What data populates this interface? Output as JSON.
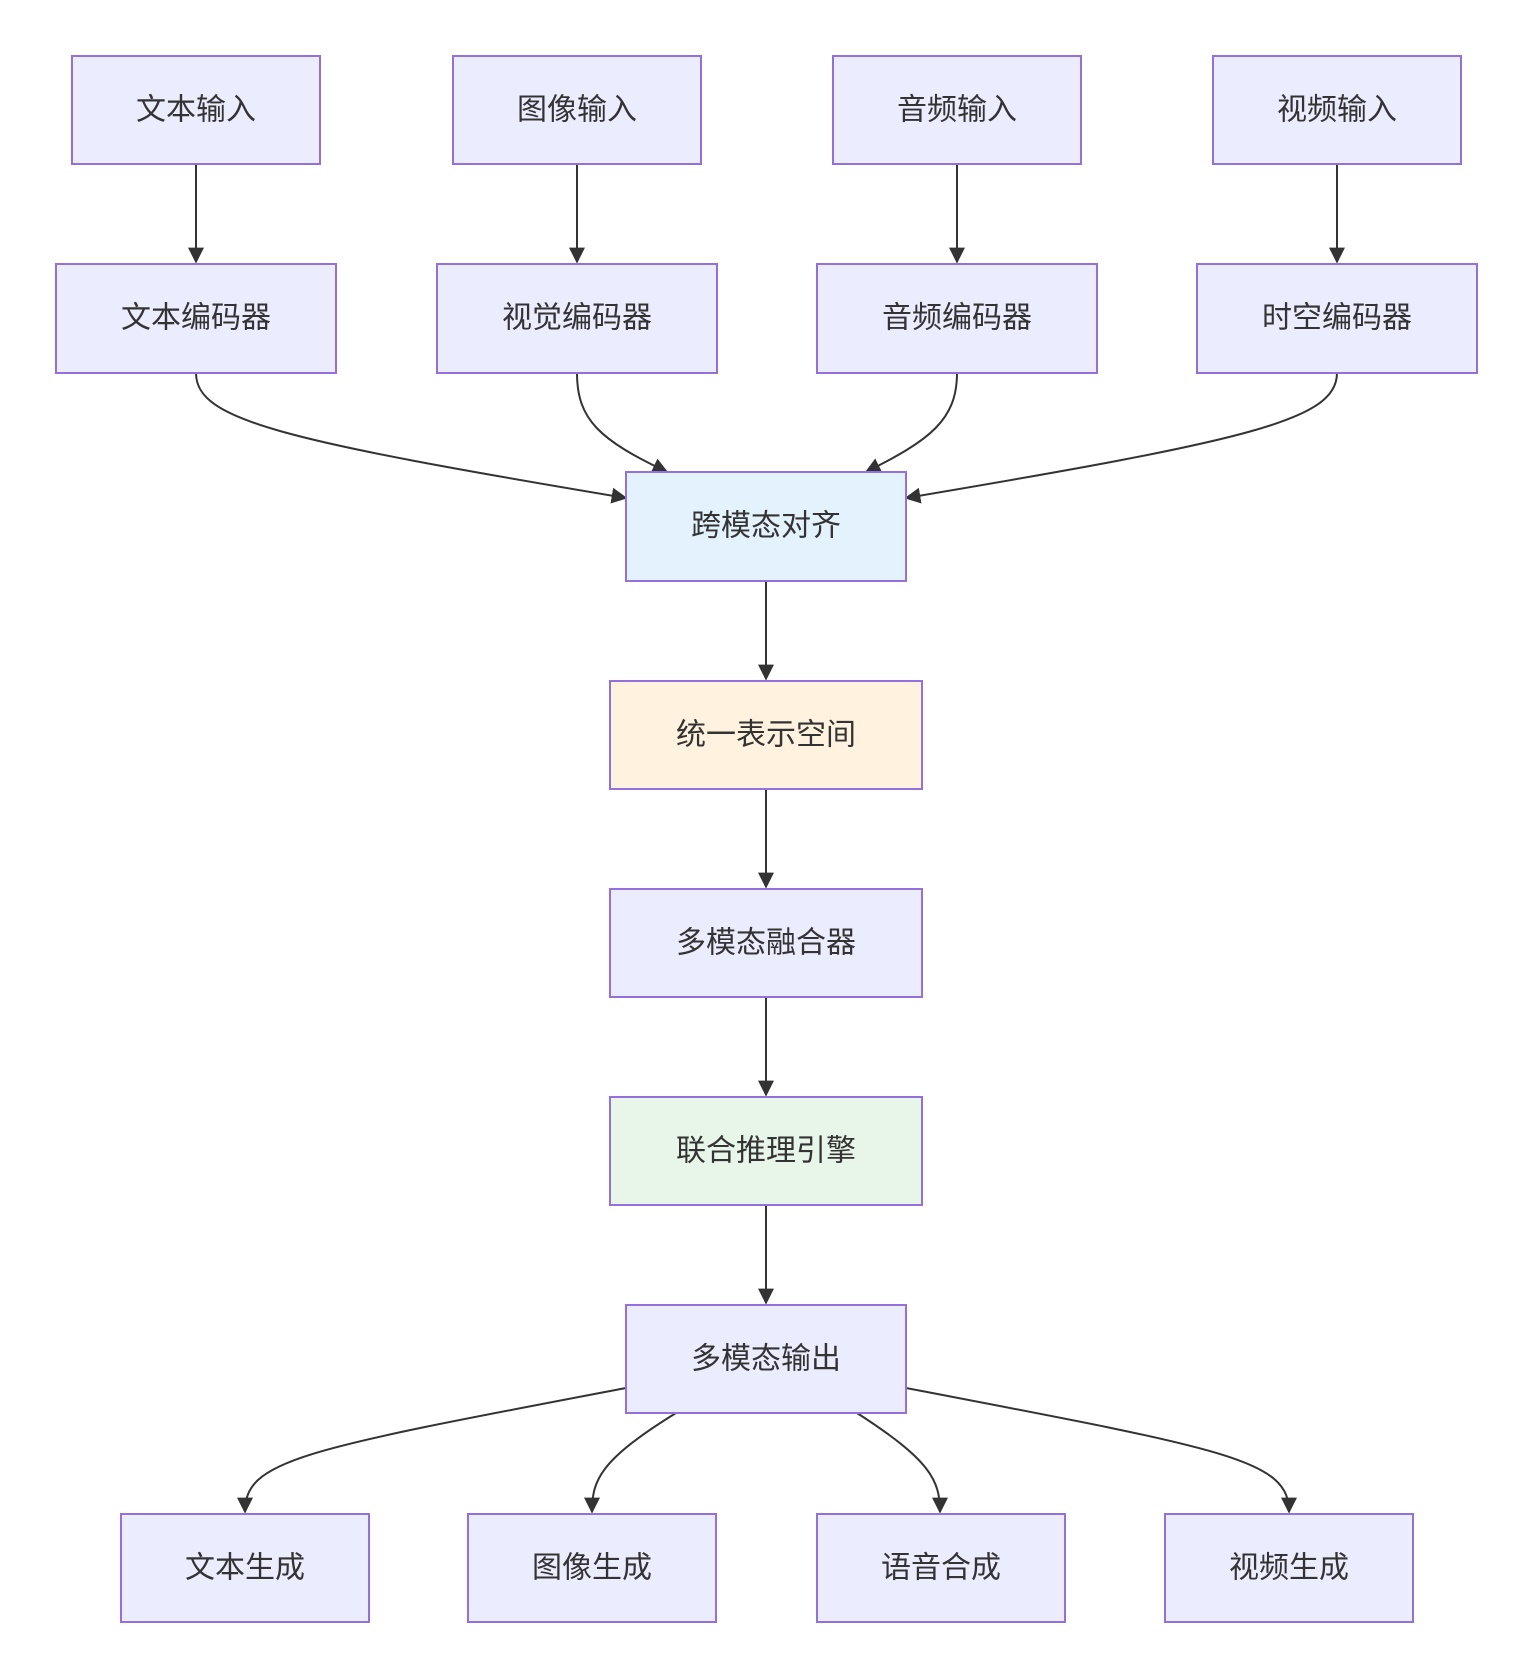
{
  "colors": {
    "node_default": "#ECECFF",
    "node_alignment": "#E3F2FD",
    "node_unified_space": "#FFF3E0",
    "node_reasoning": "#E8F5E9",
    "node_border": "#9370DB",
    "edge": "#333333",
    "text": "#333333"
  },
  "nodes": {
    "text_input": "文本输入",
    "image_input": "图像输入",
    "audio_input": "音频输入",
    "video_input": "视频输入",
    "text_encoder": "文本编码器",
    "vision_encoder": "视觉编码器",
    "audio_encoder": "音频编码器",
    "spatiotemporal_encoder": "时空编码器",
    "cross_modal_alignment": "跨模态对齐",
    "unified_space": "统一表示空间",
    "multimodal_fuser": "多模态融合器",
    "joint_reasoning": "联合推理引擎",
    "multimodal_output": "多模态输出",
    "text_generation": "文本生成",
    "image_generation": "图像生成",
    "speech_synthesis": "语音合成",
    "video_generation": "视频生成"
  },
  "edges": [
    [
      "text_input",
      "text_encoder"
    ],
    [
      "image_input",
      "vision_encoder"
    ],
    [
      "audio_input",
      "audio_encoder"
    ],
    [
      "video_input",
      "spatiotemporal_encoder"
    ],
    [
      "text_encoder",
      "cross_modal_alignment"
    ],
    [
      "vision_encoder",
      "cross_modal_alignment"
    ],
    [
      "audio_encoder",
      "cross_modal_alignment"
    ],
    [
      "spatiotemporal_encoder",
      "cross_modal_alignment"
    ],
    [
      "cross_modal_alignment",
      "unified_space"
    ],
    [
      "unified_space",
      "multimodal_fuser"
    ],
    [
      "multimodal_fuser",
      "joint_reasoning"
    ],
    [
      "joint_reasoning",
      "multimodal_output"
    ],
    [
      "multimodal_output",
      "text_generation"
    ],
    [
      "multimodal_output",
      "image_generation"
    ],
    [
      "multimodal_output",
      "speech_synthesis"
    ],
    [
      "multimodal_output",
      "video_generation"
    ]
  ]
}
